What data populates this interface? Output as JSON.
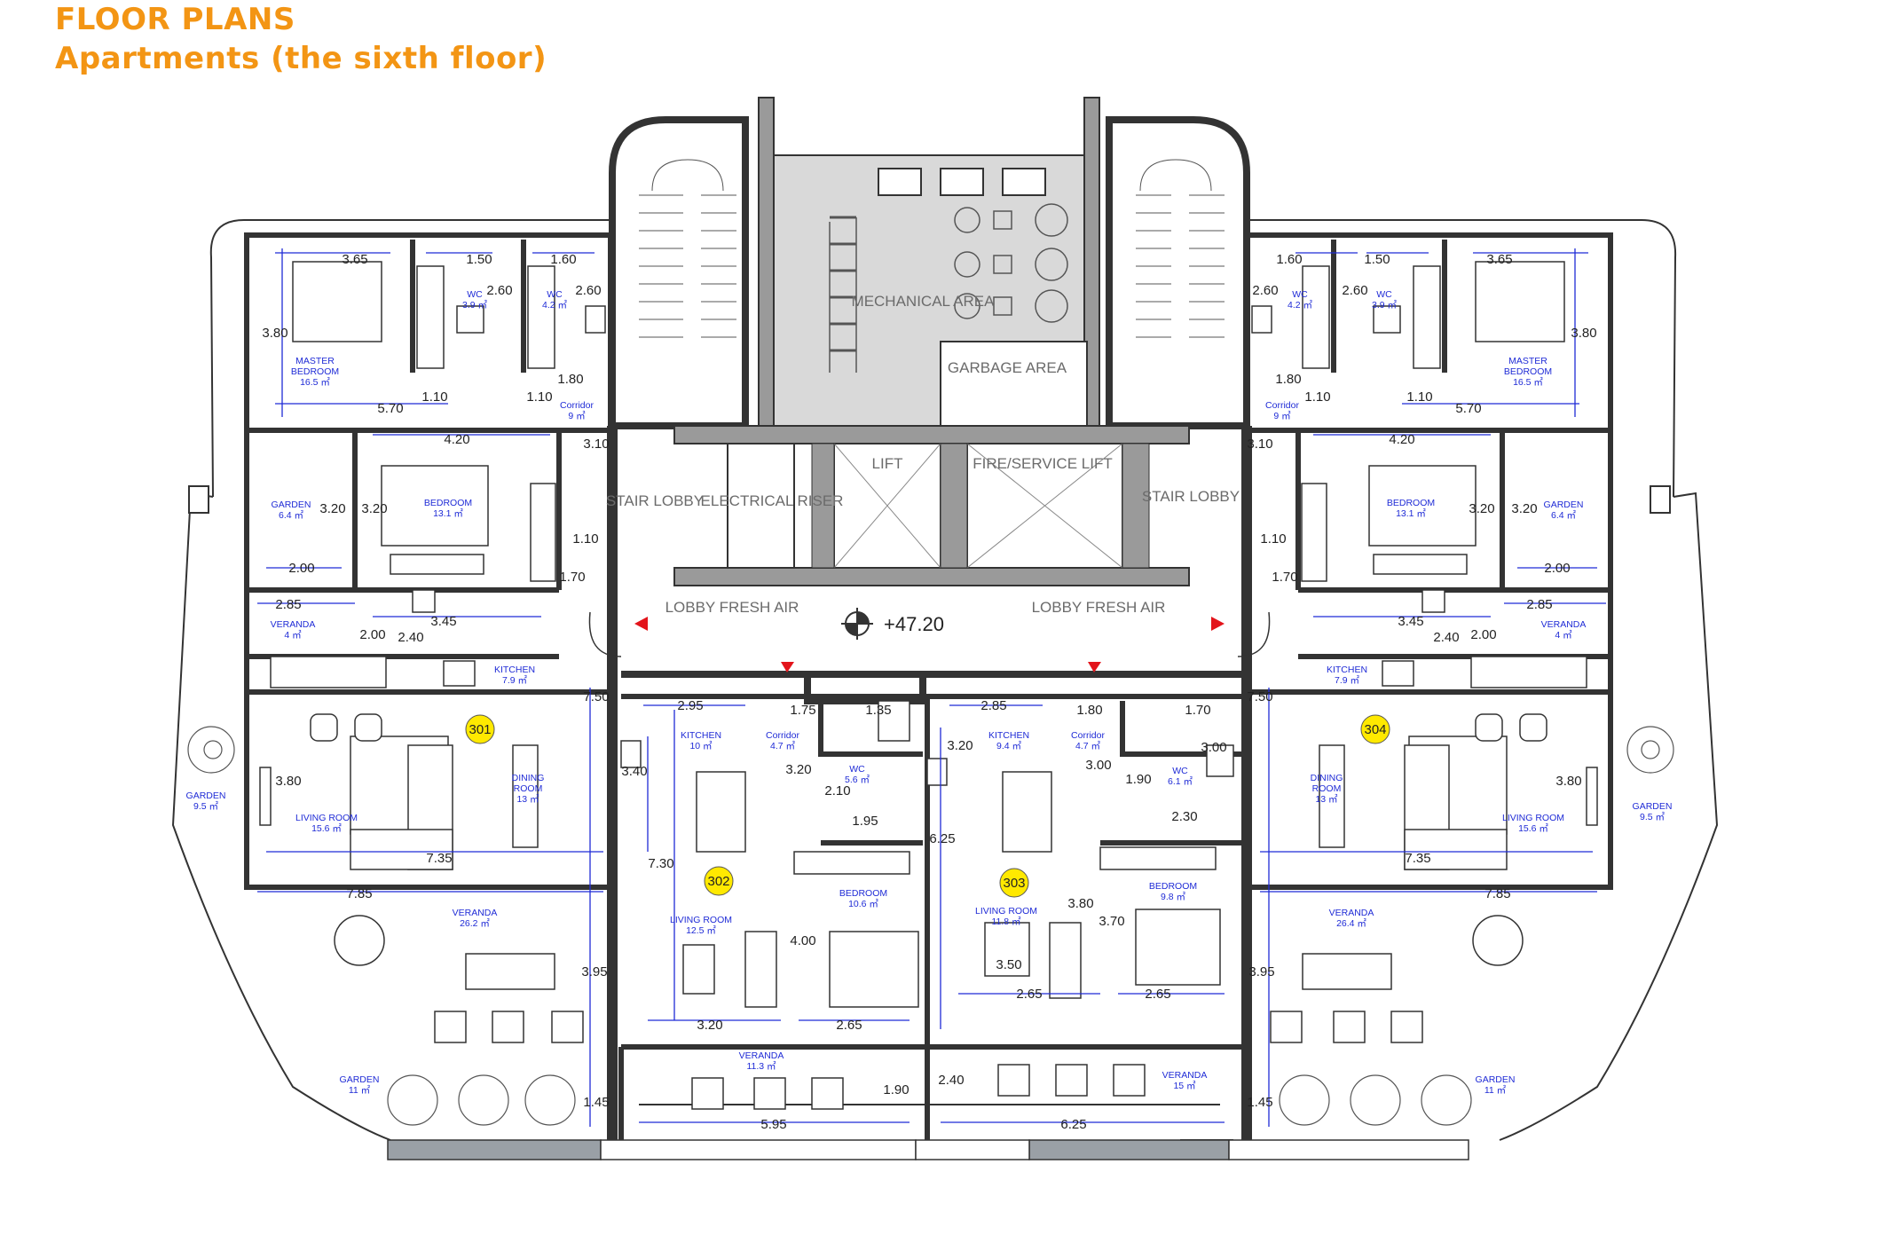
{
  "header": {
    "title": "FLOOR PLANS",
    "subtitle": "Apartments (the sixth floor)"
  },
  "colors": {
    "accent": "#f39514",
    "dimension": "#1f2bd6",
    "wall": "#333333",
    "core_fill": "#d9d9d9",
    "unit_badge": "#ffe900",
    "marker": "#e3141b"
  },
  "core": {
    "mechanical": "MECHANICAL AREA",
    "garbage": "GARBAGE AREA",
    "stair_lobby": "STAIR LOBBY",
    "electrical_riser": "ELECTRICAL RISER",
    "lift": "LIFT",
    "fire_lift": "FIRE/SERVICE LIFT",
    "lobby_fresh_air": "LOBBY FRESH AIR",
    "level": "+47.20"
  },
  "units": [
    {
      "id": "301"
    },
    {
      "id": "302"
    },
    {
      "id": "303"
    },
    {
      "id": "304"
    }
  ],
  "rooms": [
    {
      "k": "u1_master",
      "lines": [
        "MASTER",
        "BEDROOM",
        "16.5 ㎡"
      ]
    },
    {
      "k": "u1_wc1",
      "lines": [
        "WC",
        "3.9 ㎡"
      ]
    },
    {
      "k": "u1_wc2",
      "lines": [
        "WC",
        "4.2 ㎡"
      ]
    },
    {
      "k": "u1_corr",
      "lines": [
        "Corridor",
        "9 ㎡"
      ]
    },
    {
      "k": "u1_bed",
      "lines": [
        "BEDROOM",
        "13.1 ㎡"
      ]
    },
    {
      "k": "u1_garden_a",
      "lines": [
        "GARDEN",
        "6.4 ㎡"
      ]
    },
    {
      "k": "u1_veranda_a",
      "lines": [
        "VERANDA",
        "4 ㎡"
      ]
    },
    {
      "k": "u1_kitchen",
      "lines": [
        "KITCHEN",
        "7.9 ㎡"
      ]
    },
    {
      "k": "u1_living",
      "lines": [
        "LIVING ROOM",
        "15.6 ㎡"
      ]
    },
    {
      "k": "u1_dining",
      "lines": [
        "DINING",
        "ROOM",
        "13 ㎡"
      ]
    },
    {
      "k": "u1_garden_b",
      "lines": [
        "GARDEN",
        "9.5 ㎡"
      ]
    },
    {
      "k": "u1_veranda_b",
      "lines": [
        "VERANDA",
        "26.2 ㎡"
      ]
    },
    {
      "k": "u1_garden_c",
      "lines": [
        "GARDEN",
        "11 ㎡"
      ]
    },
    {
      "k": "u2_kitchen",
      "lines": [
        "KITCHEN",
        "10 ㎡"
      ]
    },
    {
      "k": "u2_corr",
      "lines": [
        "Corridor",
        "4.7 ㎡"
      ]
    },
    {
      "k": "u2_wc",
      "lines": [
        "WC",
        "5.6 ㎡"
      ]
    },
    {
      "k": "u2_living",
      "lines": [
        "LIVING ROOM",
        "12.5 ㎡"
      ]
    },
    {
      "k": "u2_bed",
      "lines": [
        "BEDROOM",
        "10.6 ㎡"
      ]
    },
    {
      "k": "u2_veranda",
      "lines": [
        "VERANDA",
        "11.3 ㎡"
      ]
    },
    {
      "k": "u3_kitchen",
      "lines": [
        "KITCHEN",
        "9.4 ㎡"
      ]
    },
    {
      "k": "u3_corr",
      "lines": [
        "Corridor",
        "4.7 ㎡"
      ]
    },
    {
      "k": "u3_wc",
      "lines": [
        "WC",
        "6.1 ㎡"
      ]
    },
    {
      "k": "u3_living",
      "lines": [
        "LIVING ROOM",
        "11.8 ㎡"
      ]
    },
    {
      "k": "u3_bed",
      "lines": [
        "BEDROOM",
        "9.8 ㎡"
      ]
    },
    {
      "k": "u3_veranda",
      "lines": [
        "VERANDA",
        "15 ㎡"
      ]
    },
    {
      "k": "u4_master",
      "lines": [
        "MASTER",
        "BEDROOM",
        "16.5 ㎡"
      ]
    },
    {
      "k": "u4_wc1",
      "lines": [
        "WC",
        "4.2 ㎡"
      ]
    },
    {
      "k": "u4_wc2",
      "lines": [
        "WC",
        "3.9 ㎡"
      ]
    },
    {
      "k": "u4_corr",
      "lines": [
        "Corridor",
        "9 ㎡"
      ]
    },
    {
      "k": "u4_bed",
      "lines": [
        "BEDROOM",
        "13.1 ㎡"
      ]
    },
    {
      "k": "u4_garden_a",
      "lines": [
        "GARDEN",
        "6.4 ㎡"
      ]
    },
    {
      "k": "u4_veranda_a",
      "lines": [
        "VERANDA",
        "4 ㎡"
      ]
    },
    {
      "k": "u4_kitchen",
      "lines": [
        "KITCHEN",
        "7.9 ㎡"
      ]
    },
    {
      "k": "u4_living",
      "lines": [
        "LIVING ROOM",
        "15.6 ㎡"
      ]
    },
    {
      "k": "u4_dining",
      "lines": [
        "DINING",
        "ROOM",
        "13 ㎡"
      ]
    },
    {
      "k": "u4_garden_b",
      "lines": [
        "GARDEN",
        "9.5 ㎡"
      ]
    },
    {
      "k": "u4_veranda_b",
      "lines": [
        "VERANDA",
        "26.4 ㎡"
      ]
    },
    {
      "k": "u4_garden_c",
      "lines": [
        "GARDEN",
        "11 ㎡"
      ]
    }
  ],
  "dimensions": [
    {
      "k": "d1",
      "v": "3.65"
    },
    {
      "k": "d2",
      "v": "1.50"
    },
    {
      "k": "d3",
      "v": "1.60"
    },
    {
      "k": "d4",
      "v": "2.60"
    },
    {
      "k": "d5",
      "v": "2.60"
    },
    {
      "k": "d6",
      "v": "3.80"
    },
    {
      "k": "d7",
      "v": "1.80"
    },
    {
      "k": "d8",
      "v": "1.10"
    },
    {
      "k": "d9",
      "v": "1.10"
    },
    {
      "k": "d10",
      "v": "5.70"
    },
    {
      "k": "d11",
      "v": "4.20"
    },
    {
      "k": "d12",
      "v": "3.10"
    },
    {
      "k": "d13",
      "v": "3.20"
    },
    {
      "k": "d14",
      "v": "3.20"
    },
    {
      "k": "d15",
      "v": "1.10"
    },
    {
      "k": "d16",
      "v": "2.00"
    },
    {
      "k": "d17",
      "v": "1.70"
    },
    {
      "k": "d18",
      "v": "2.85"
    },
    {
      "k": "d19",
      "v": "3.45"
    },
    {
      "k": "d20",
      "v": "2.00"
    },
    {
      "k": "d21",
      "v": "2.40"
    },
    {
      "k": "d22",
      "v": "7.50"
    },
    {
      "k": "d23",
      "v": "3.80"
    },
    {
      "k": "d24",
      "v": "7.35"
    },
    {
      "k": "d25",
      "v": "7.85"
    },
    {
      "k": "d26",
      "v": "3.95"
    },
    {
      "k": "d27",
      "v": "1.45"
    },
    {
      "k": "d28",
      "v": "2.95"
    },
    {
      "k": "d29",
      "v": "1.75"
    },
    {
      "k": "d30",
      "v": "1.35"
    },
    {
      "k": "d31",
      "v": "3.20"
    },
    {
      "k": "d32",
      "v": "3.40"
    },
    {
      "k": "d33",
      "v": "2.10"
    },
    {
      "k": "d34",
      "v": "1.95"
    },
    {
      "k": "d35",
      "v": "7.30"
    },
    {
      "k": "d36",
      "v": "4.00"
    },
    {
      "k": "d37",
      "v": "3.20"
    },
    {
      "k": "d38",
      "v": "2.65"
    },
    {
      "k": "d39",
      "v": "1.90"
    },
    {
      "k": "d40",
      "v": "5.95"
    },
    {
      "k": "d41",
      "v": "2.85"
    },
    {
      "k": "d42",
      "v": "1.80"
    },
    {
      "k": "d43",
      "v": "1.70"
    },
    {
      "k": "d44",
      "v": "3.20"
    },
    {
      "k": "d45",
      "v": "3.00"
    },
    {
      "k": "d46",
      "v": "3.00"
    },
    {
      "k": "d47",
      "v": "1.90"
    },
    {
      "k": "d48",
      "v": "2.30"
    },
    {
      "k": "d49",
      "v": "6.25"
    },
    {
      "k": "d50",
      "v": "3.80"
    },
    {
      "k": "d51",
      "v": "3.70"
    },
    {
      "k": "d52",
      "v": "3.50"
    },
    {
      "k": "d53",
      "v": "2.65"
    },
    {
      "k": "d54",
      "v": "2.65"
    },
    {
      "k": "d55",
      "v": "2.40"
    },
    {
      "k": "d56",
      "v": "6.25"
    },
    {
      "k": "d57",
      "v": "1.60"
    },
    {
      "k": "d58",
      "v": "1.50"
    },
    {
      "k": "d59",
      "v": "3.65"
    },
    {
      "k": "d60",
      "v": "2.60"
    },
    {
      "k": "d61",
      "v": "2.60"
    },
    {
      "k": "d62",
      "v": "3.80"
    },
    {
      "k": "d63",
      "v": "1.80"
    },
    {
      "k": "d64",
      "v": "1.10"
    },
    {
      "k": "d65",
      "v": "1.10"
    },
    {
      "k": "d66",
      "v": "5.70"
    },
    {
      "k": "d67",
      "v": "3.10"
    },
    {
      "k": "d68",
      "v": "4.20"
    },
    {
      "k": "d69",
      "v": "3.20"
    },
    {
      "k": "d70",
      "v": "3.20"
    },
    {
      "k": "d71",
      "v": "1.10"
    },
    {
      "k": "d72",
      "v": "1.70"
    },
    {
      "k": "d73",
      "v": "2.00"
    },
    {
      "k": "d74",
      "v": "2.85"
    },
    {
      "k": "d75",
      "v": "3.45"
    },
    {
      "k": "d76",
      "v": "2.40"
    },
    {
      "k": "d77",
      "v": "2.00"
    },
    {
      "k": "d78",
      "v": "7.50"
    },
    {
      "k": "d79",
      "v": "3.80"
    },
    {
      "k": "d80",
      "v": "7.35"
    },
    {
      "k": "d81",
      "v": "7.85"
    },
    {
      "k": "d82",
      "v": "3.95"
    },
    {
      "k": "d83",
      "v": "1.45"
    }
  ]
}
